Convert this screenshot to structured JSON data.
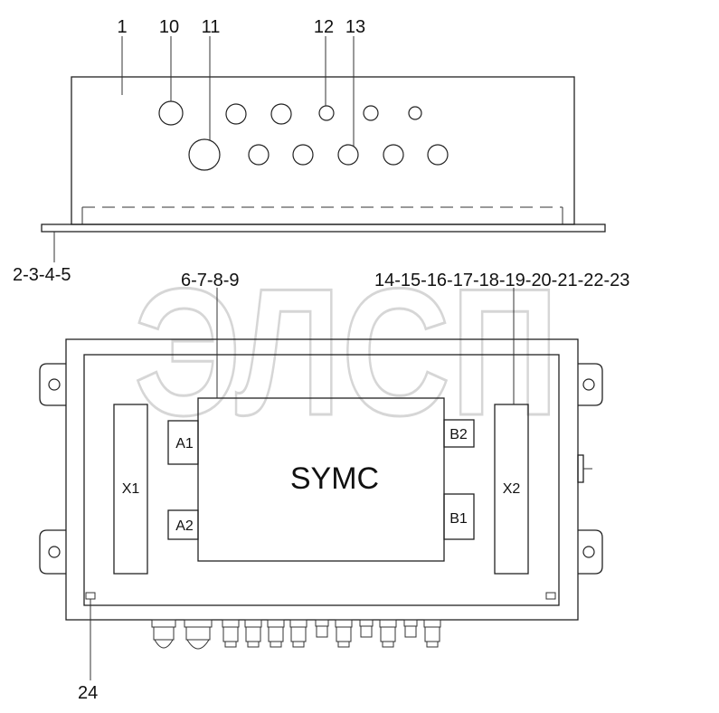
{
  "callouts": {
    "top": [
      "1",
      "10",
      "11",
      "12",
      "13"
    ],
    "flange": "2-3-4-5",
    "left_group": "6-7-8-9",
    "right_group": "14-15-16-17-18-19-20-21-22-23",
    "bottom": "24"
  },
  "watermark": "ЭЛСП",
  "blocks": {
    "main": "SYMC",
    "terminal_left": "X1",
    "terminal_right": "X2",
    "connectors": [
      "A1",
      "A2",
      "B2",
      "B1"
    ]
  }
}
